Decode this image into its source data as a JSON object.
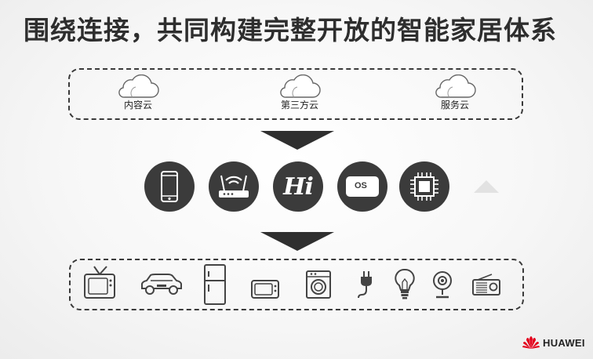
{
  "title": "围绕连接，共同构建完整开放的智能家居体系",
  "clouds": [
    {
      "label": "内容云",
      "icon": "cloud-icon"
    },
    {
      "label": "第三方云",
      "icon": "cloud-icon"
    },
    {
      "label": "服务云",
      "icon": "cloud-icon"
    }
  ],
  "hubs": [
    {
      "icon": "smartphone-icon"
    },
    {
      "icon": "router-icon"
    },
    {
      "icon": "hilink-icon",
      "text": "Hi"
    },
    {
      "icon": "os-icon",
      "text": "OS"
    },
    {
      "icon": "chip-icon"
    }
  ],
  "devices": [
    {
      "icon": "tv-icon"
    },
    {
      "icon": "car-icon"
    },
    {
      "icon": "refrigerator-icon"
    },
    {
      "icon": "microwave-icon"
    },
    {
      "icon": "washing-machine-icon"
    },
    {
      "icon": "smart-plug-icon"
    },
    {
      "icon": "light-bulb-icon"
    },
    {
      "icon": "camera-icon"
    },
    {
      "icon": "radio-icon"
    }
  ],
  "brand": {
    "name": "HUAWEI",
    "color": "#e3001b"
  },
  "colors": {
    "hub": "#3b3b3b",
    "arrow": "#2f2f2f",
    "text": "#2e2e2e"
  }
}
